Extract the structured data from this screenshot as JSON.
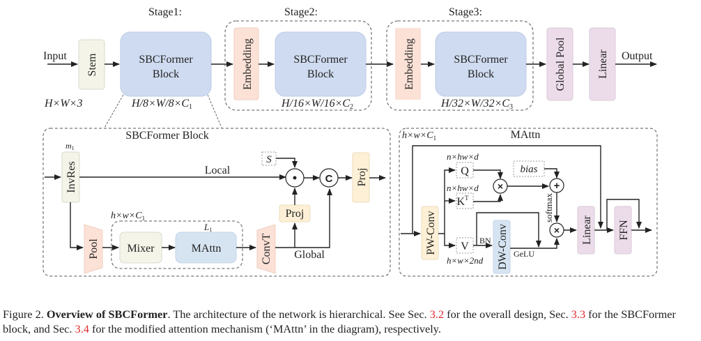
{
  "top_row": {
    "input_label": "Input",
    "output_label": "Output",
    "input_dims": "H×W×3",
    "stem_label": "Stem",
    "stages": [
      {
        "title": "Stage1:",
        "block_line1": "SBCFormer",
        "block_line2": "Block",
        "dims": "H/8×W/8×C",
        "dims_sub": "1"
      },
      {
        "title": "Stage2:",
        "embed_label": "Embedding",
        "block_line1": "SBCFormer",
        "block_line2": "Block",
        "dims": "H/16×W/16×C",
        "dims_sub": "2"
      },
      {
        "title": "Stage3:",
        "embed_label": "Embedding",
        "block_line1": "SBCFormer",
        "block_line2": "Block",
        "dims": "H/32×W/32×C",
        "dims_sub": "3"
      }
    ],
    "global_pool_label": "Global Pool",
    "linear_label": "Linear"
  },
  "sbc_block": {
    "title": "SBCFormer Block",
    "m_label": "m",
    "m_sub": "1",
    "invres_label": "InvRes",
    "local_label": "Local",
    "s_label": "S",
    "dot_op": "•",
    "concat_op": "C",
    "proj_out_label": "Proj",
    "pool_label": "Pool",
    "inner_dims": "h×w×C",
    "inner_dims_sub": "1",
    "l_label": "L",
    "l_sub": "1",
    "mixer_label": "Mixer",
    "mattn_label": "MAttn",
    "convt_label": "ConvT",
    "proj_label": "Proj",
    "global_label": "Global"
  },
  "mattn": {
    "title": "MAttn",
    "dims": "h×w×C",
    "dims_sub": "1",
    "pwconv_label": "PW-Conv",
    "q_label": "Q",
    "q_dims": "n×hw×d",
    "k_label": "K",
    "k_sup": "T",
    "k_dims": "n×hw×d",
    "v_label": "V",
    "v_dims": "h×w×2nd",
    "mul_op": "×",
    "add_op": "+",
    "bias_label": "bias",
    "softmax_label": "softmax",
    "bn_label": "BN",
    "dwconv_label": "DW-Conv",
    "gelu_label": "GeLU",
    "linear_label": "Linear",
    "ffn_label": "FFN"
  },
  "caption": {
    "prefix": "Figure 2. ",
    "bold": "Overview of SBCFormer",
    "text1": ". The architecture of the network is hierarchical. See Sec. ",
    "ref1": "3.2",
    "text2": " for the overall design, Sec. ",
    "ref2": "3.3",
    "text3": " for the SBCFormer block, and Sec. ",
    "ref3": "3.4",
    "text4": " for the modified attention mechanism (‘MAttn’ in the diagram), respectively."
  },
  "colors": {
    "sbc_block_fill": "#cfdbf0",
    "embedding_fill": "#fbe1d6",
    "stem_fill": "#f4f5e8",
    "pool_linear_fill": "#ecdcea",
    "proj_fill": "#fdf0d6",
    "mattn_fill": "#d6e4f2",
    "ref_red": "#e0282e"
  }
}
